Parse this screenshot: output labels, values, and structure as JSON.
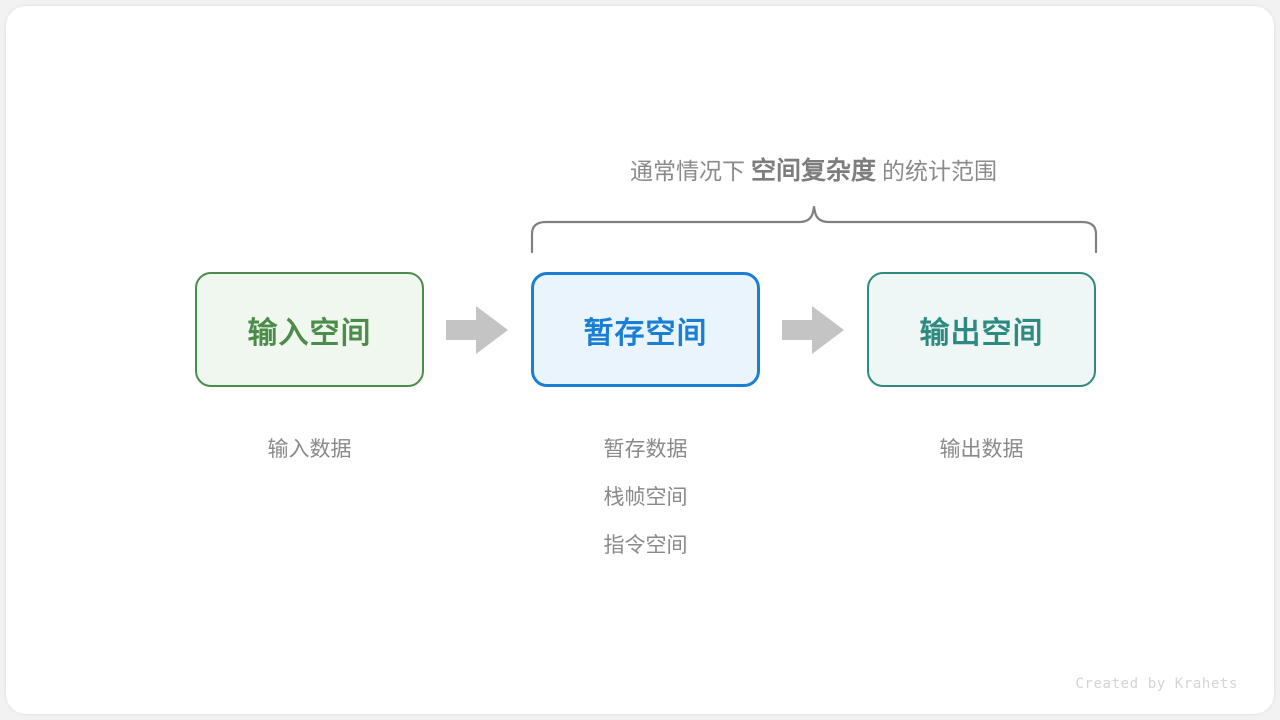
{
  "figure": {
    "title_prefix": "通常情况下",
    "title_emphasis": "空间复杂度",
    "title_suffix": "的统计范围",
    "brace_icon": "curly-brace-icon",
    "watermark": "Created by Krahets"
  },
  "colors": {
    "input_border": "#4c8c4a",
    "input_fill": "#f0f7ee",
    "temp_border": "#1a7fd4",
    "temp_fill": "#e9f4fd",
    "output_border": "#2e8a80",
    "output_fill": "#eef7f5",
    "arrow": "#c4c4c4",
    "text_gray": "#8a8a8a",
    "brace": "#808080",
    "page_bg": "#ffffff",
    "card_bg": "#ffffff"
  },
  "stages": [
    {
      "key": "input",
      "box_label": "输入空间",
      "captions": [
        "输入数据"
      ],
      "arrow_after": "arrow-right-icon"
    },
    {
      "key": "temp",
      "box_label": "暂存空间",
      "captions": [
        "暂存数据",
        "栈帧空间",
        "指令空间"
      ],
      "arrow_after": "arrow-right-icon"
    },
    {
      "key": "output",
      "box_label": "输出空间",
      "captions": [
        "输出数据"
      ],
      "arrow_after": null
    }
  ],
  "chart_data": {
    "type": "diagram",
    "title": "通常情况下 空间复杂度 的统计范围",
    "nodes": [
      "输入空间",
      "暂存空间",
      "输出空间"
    ],
    "node_details": {
      "输入空间": [
        "输入数据"
      ],
      "暂存空间": [
        "暂存数据",
        "栈帧空间",
        "指令空间"
      ],
      "输出空间": [
        "输出数据"
      ]
    },
    "edges": [
      {
        "from": "输入空间",
        "to": "暂存空间",
        "style": "block-arrow"
      },
      {
        "from": "暂存空间",
        "to": "输出空间",
        "style": "block-arrow"
      }
    ],
    "annotation": {
      "text": "通常情况下 空间复杂度 的统计范围",
      "spans": [
        "暂存空间",
        "输出空间"
      ],
      "marker": "curly-brace"
    }
  }
}
